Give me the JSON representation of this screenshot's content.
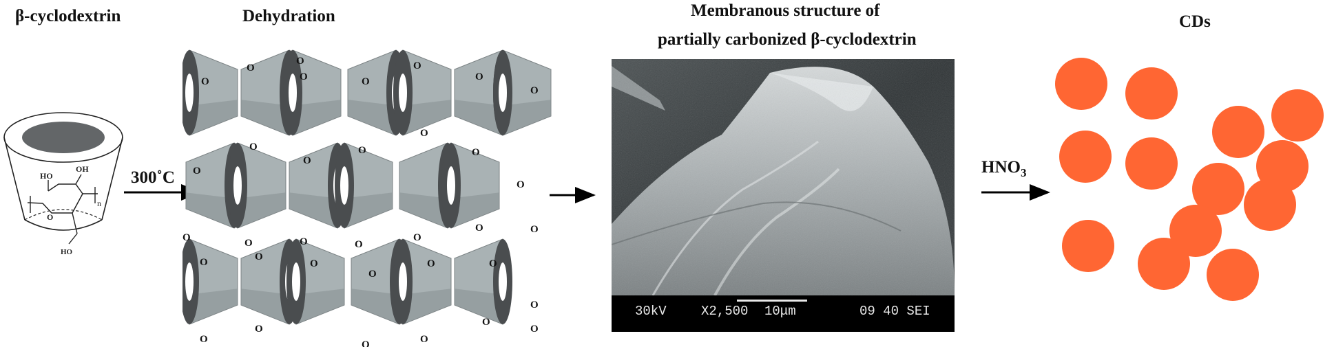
{
  "labels": {
    "monomer": "β-cyclodextrin",
    "dehydration": "Dehydration",
    "membrane_line1": "Membranous structure of",
    "membrane_line2": "partially carbonized β-cyclodextrin",
    "product": "CDs"
  },
  "conditions": {
    "step1": "300˚C",
    "step3_base": "HNO",
    "step3_sub": "3"
  },
  "molecule": {
    "ho_left": "HO",
    "ho_right": "OH",
    "ring_o": "O",
    "ho_bottom": "HO",
    "repeat_n": "n"
  },
  "network": {
    "bridge_atom": "O"
  },
  "sem_scale": {
    "voltage": "30kV",
    "magnification": "X2,500",
    "scale_bar": "10μm",
    "code": "09 40 SEI"
  },
  "colors": {
    "cone_body": "#a9b2b4",
    "cone_rim": "#4a4d4f",
    "dot": "#ff6633",
    "arrow": "#000000"
  }
}
